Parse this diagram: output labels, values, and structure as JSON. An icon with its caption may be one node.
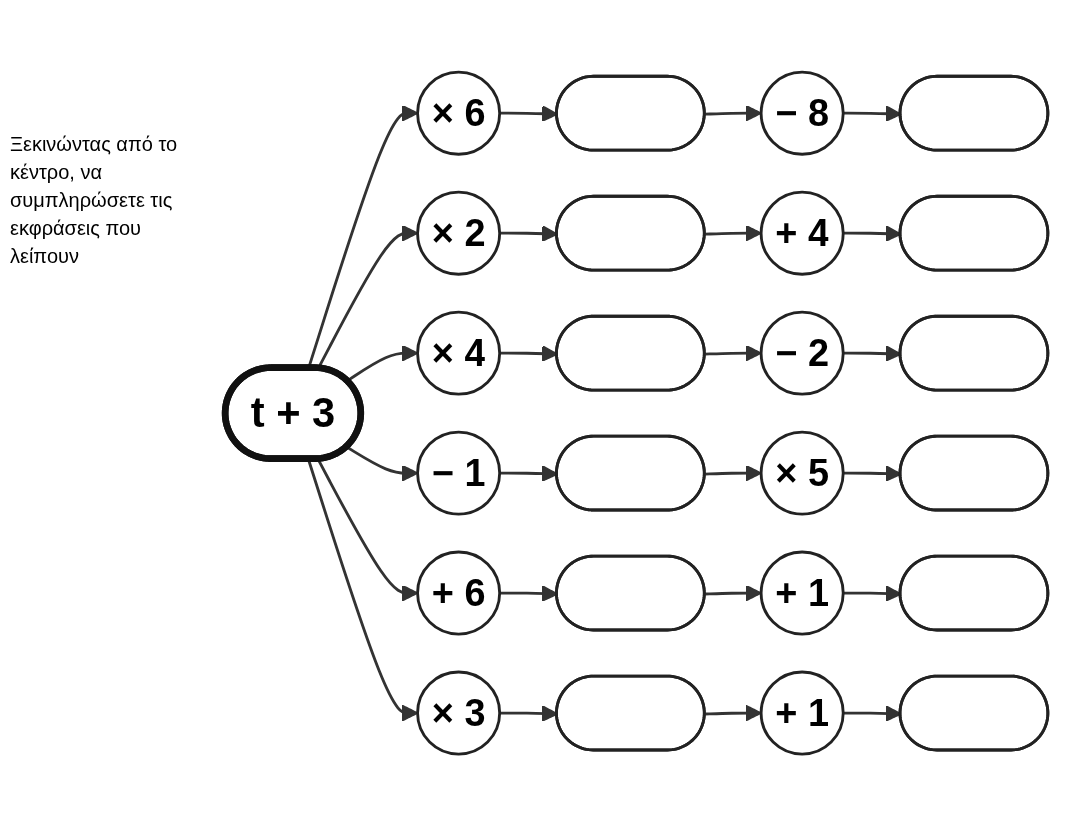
{
  "diagram": {
    "nodes": [
      {
        "text": [],
        "shape": "ellipse"
      },
      {
        "text": [],
        "shape": "ellipse"
      },
      {
        "text": [
          "− 8"
        ]
      },
      {
        "text": [
          "+ 4"
        ]
      },
      {
        "text": [],
        "shape": "ellipse"
      },
      {
        "text": [],
        "shape": "ellipse"
      },
      {
        "text": [
          "× 6"
        ]
      },
      {
        "text": [
          "× 2"
        ]
      },
      {
        "text": [],
        "shape": "ellipse"
      },
      {
        "text": [
          "− 2"
        ]
      },
      {
        "text": [],
        "shape": "ellipse"
      },
      {
        "text": [
          "× 4"
        ]
      },
      {
        "text": [
          "t + 3"
        ]
      },
      {
        "text": [
          "− 1"
        ]
      },
      {
        "text": [],
        "shape": "ellipse"
      },
      {
        "text": [
          "× 5"
        ]
      },
      {
        "text": [],
        "shape": "ellipse"
      },
      {
        "text": [
          "+ 6"
        ]
      },
      {
        "text": [
          "× 3"
        ]
      },
      {
        "text": [],
        "shape": "ellipse"
      },
      {
        "text": [],
        "shape": "ellipse"
      },
      {
        "text": [
          "+ 1"
        ]
      },
      {
        "text": [
          "+ 1"
        ]
      },
      {
        "text": [],
        "shape": "ellipse"
      },
      {
        "text": [],
        "shape": "ellipse"
      }
    ],
    "edges": [
      {
        "from": 12,
        "to": 6,
        "arrow": "to"
      },
      {
        "from": 6,
        "to": 4,
        "arrow": "to"
      },
      {
        "from": 4,
        "to": 2,
        "arrow": "to"
      },
      {
        "from": 2,
        "to": 0,
        "arrow": "to"
      },
      {
        "from": 12,
        "to": 7,
        "arrow": "to"
      },
      {
        "from": 7,
        "to": 5,
        "arrow": "to"
      },
      {
        "from": 5,
        "to": 3,
        "arrow": "to"
      },
      {
        "from": 3,
        "to": 1,
        "arrow": "to"
      },
      {
        "from": 12,
        "to": 11,
        "arrow": "to"
      },
      {
        "from": 11,
        "to": 10,
        "arrow": "to"
      },
      {
        "from": 10,
        "to": 9,
        "arrow": "to"
      },
      {
        "from": 9,
        "to": 8,
        "arrow": "to"
      },
      {
        "from": 12,
        "to": 13,
        "arrow": "to"
      },
      {
        "from": 13,
        "to": 14,
        "arrow": "to"
      },
      {
        "from": 14,
        "to": 15,
        "arrow": "to"
      },
      {
        "from": 15,
        "to": 16,
        "arrow": "to"
      },
      {
        "from": 12,
        "to": 17,
        "arrow": "to"
      },
      {
        "from": 17,
        "to": 19,
        "arrow": "to"
      },
      {
        "from": 19,
        "to": 21,
        "arrow": "to"
      },
      {
        "from": 21,
        "to": 23,
        "arrow": "to"
      },
      {
        "from": 12,
        "to": 18,
        "arrow": "to"
      },
      {
        "from": 18,
        "to": 20,
        "arrow": "to"
      },
      {
        "from": 20,
        "to": 22,
        "arrow": "to"
      },
      {
        "from": 22,
        "to": 24,
        "arrow": "to"
      }
    ],
    "labels": [
      "Ξεκινώντας από το κέντρο, να συμπληρώσετε τις εκφράσεις που λείπουν"
    ]
  }
}
